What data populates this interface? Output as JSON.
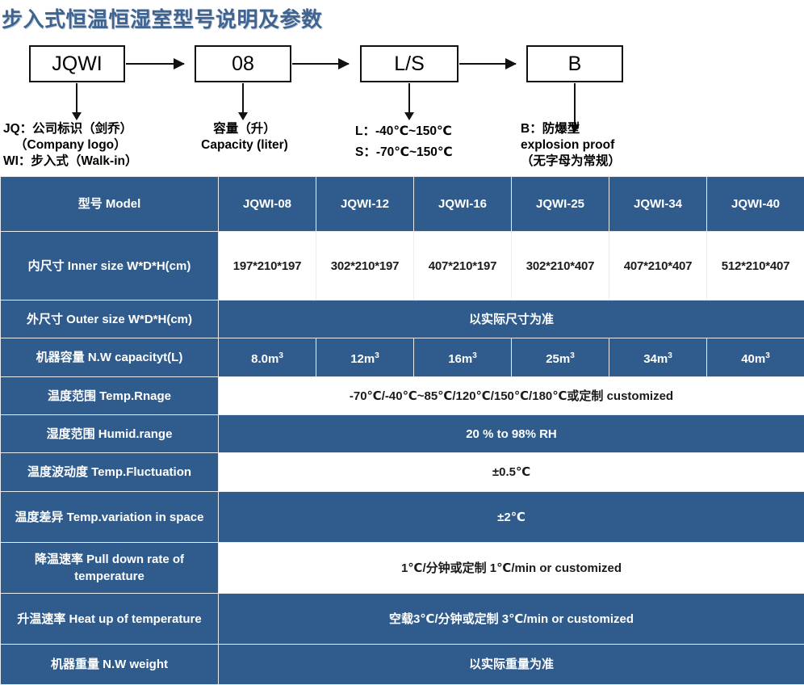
{
  "page": {
    "title": "步入式恒温恒湿室型号说明及参数",
    "title_color": "#3f6491",
    "header_blue": "#2f5c8d"
  },
  "diagram": {
    "boxes": [
      {
        "label": "JQWI"
      },
      {
        "label": "08"
      },
      {
        "label": "L/S"
      },
      {
        "label": "B"
      }
    ],
    "captions": [
      {
        "lines": [
          "JQ：公司标识（剑乔）",
          "（Company logo）",
          "WI：步入式（Walk-in）"
        ]
      },
      {
        "lines": [
          "容量（升）",
          "Capacity (liter)"
        ]
      },
      {
        "lines": [
          "L：-40℃~150℃",
          "S：-70℃~150℃"
        ]
      },
      {
        "lines": [
          "B：防爆型",
          "explosion proof",
          "（无字母为常规）"
        ]
      }
    ]
  },
  "table": {
    "header": {
      "label": "型号 Model",
      "models": [
        "JQWI-08",
        "JQWI-12",
        "JQWI-16",
        "JQWI-25",
        "JQWI-34",
        "JQWI-40"
      ]
    },
    "rows": [
      {
        "label": "内尺寸 Inner size W*D*H(cm)",
        "style": "white",
        "span": false,
        "values": [
          "197*210*197",
          "302*210*197",
          "407*210*197",
          "302*210*407",
          "407*210*407",
          "512*210*407"
        ]
      },
      {
        "label": "外尺寸 Outer size W*D*H(cm)",
        "style": "blue",
        "span": true,
        "value": "以实际尺寸为准"
      },
      {
        "label": "机器容量 N.W capacityt(L)",
        "style": "blue",
        "span": false,
        "values": [
          "8.0m3",
          "12m3",
          "16m3",
          "25m3",
          "34m3",
          "40m3"
        ],
        "superscript": true
      },
      {
        "label": "温度范围 Temp.Rnage",
        "style": "white",
        "span": true,
        "value": "-70℃/-40℃~85℃/120℃/150℃/180℃或定制 customized"
      },
      {
        "label": "湿度范围 Humid.range",
        "style": "blue",
        "span": true,
        "value": "20 % to 98% RH"
      },
      {
        "label": "温度波动度 Temp.Fluctuation",
        "style": "white",
        "span": true,
        "value": "±0.5℃"
      },
      {
        "label": "温度差异 Temp.variation in space",
        "style": "blue",
        "span": true,
        "value": "±2℃"
      },
      {
        "label": "降温速率 Pull down rate of temperature",
        "style": "white",
        "span": true,
        "value": "1℃/分钟或定制   1℃/min or customized"
      },
      {
        "label": "升温速率 Heat up of temperature",
        "style": "blue",
        "span": true,
        "value": "空载3℃/分钟或定制 3℃/min or customized"
      },
      {
        "label": "机器重量 N.W weight",
        "style": "blue",
        "span": true,
        "value": "以实际重量为准"
      }
    ]
  }
}
